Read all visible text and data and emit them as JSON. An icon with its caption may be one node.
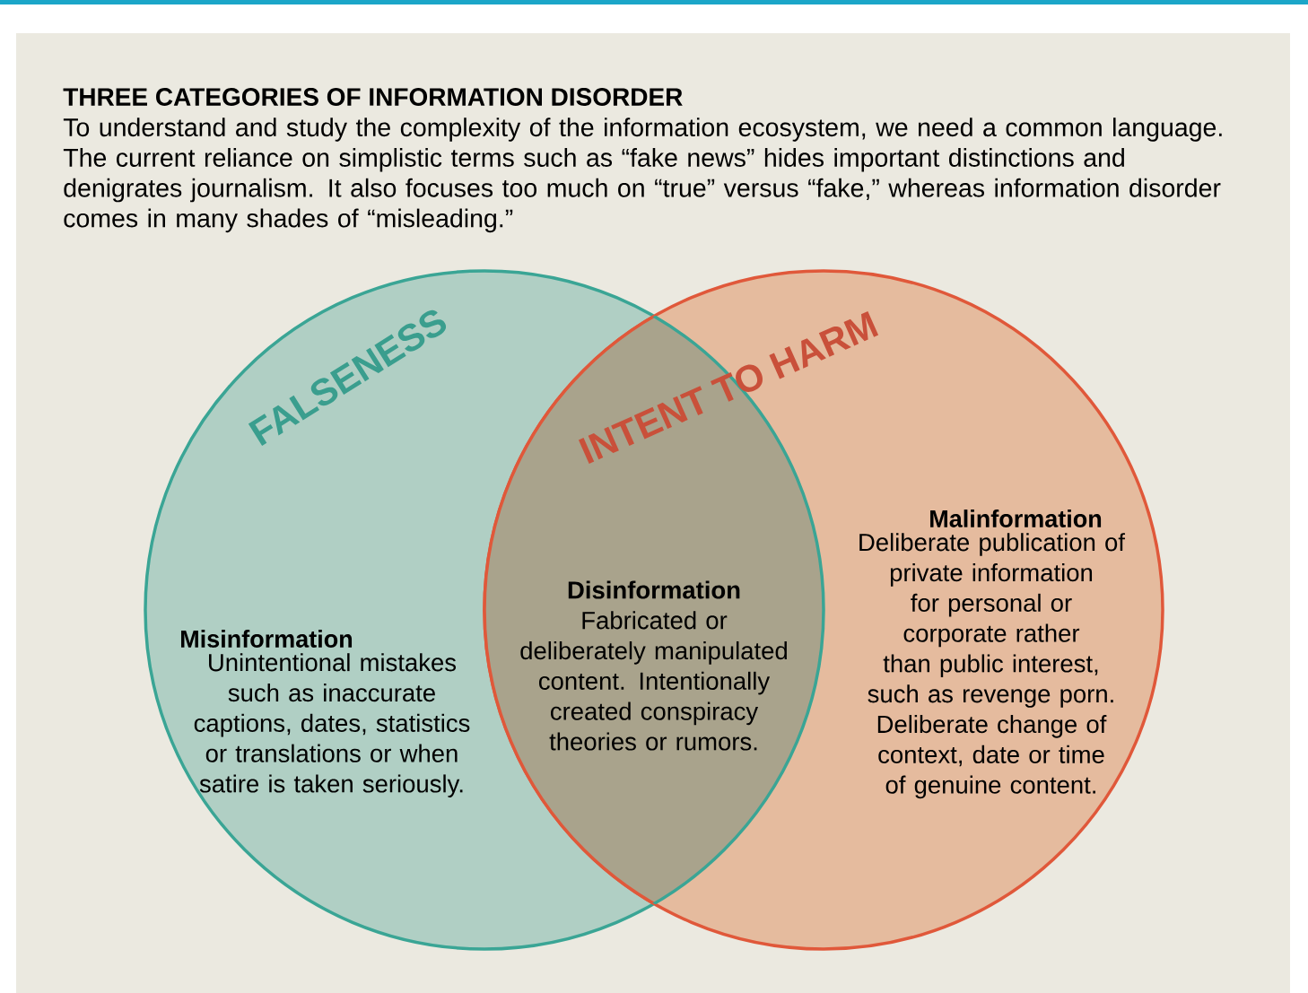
{
  "diagram": {
    "title": "THREE CATEGORIES OF INFORMATION DISORDER",
    "caption": "To understand and study the complexity of the information ecosystem, we need a common language. The current reliance on simplistic terms such as “fake news” hides important distinctions and denigrates journalism. It also focuses too much on “true” versus “fake,” whereas information disorder comes in many shades of “misleading.”",
    "nodes": [
      {
        "text": [
          "FALSENESS",
          "Misinformation",
          "Unintentional mistakes such as inaccurate captions, dates, statistics or translations or when satire is taken seriously."
        ]
      },
      {
        "text": [
          "INTENT TO HARM",
          "Malinformation",
          "Deliberate publication of private information for personal or corporate rather than public interest, such as revenge porn. Deliberate change of context, date or time of genuine content."
        ]
      },
      {
        "text": [
          "Disinformation",
          "Fabricated or deliberately manipulated content. Intentionally created conspiracy theories or rumors."
        ]
      }
    ],
    "edges": []
  }
}
